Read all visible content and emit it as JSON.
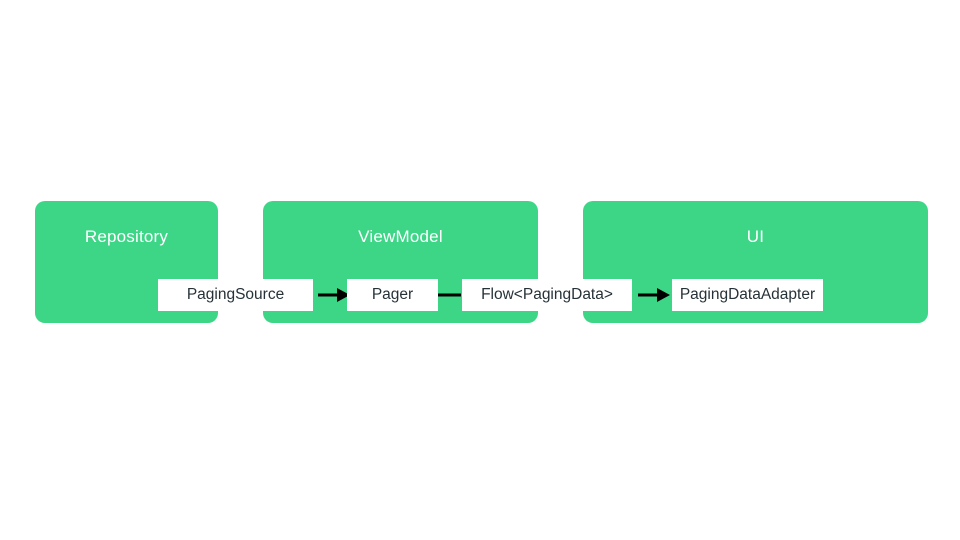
{
  "diagram": {
    "name": "paging-library-architecture",
    "containers": [
      {
        "label": "Repository"
      },
      {
        "label": "ViewModel"
      },
      {
        "label": "UI"
      }
    ],
    "components": [
      {
        "label": "PagingSource",
        "container": "Repository"
      },
      {
        "label": "Pager",
        "container": "ViewModel"
      },
      {
        "label": "Flow<PagingData>",
        "container": "ViewModel"
      },
      {
        "label": "PagingDataAdapter",
        "container": "UI"
      }
    ],
    "connectors": [
      {
        "from": "PagingSource",
        "to": "Pager",
        "style": "arrow"
      },
      {
        "from": "Pager",
        "to": "Flow<PagingData>",
        "style": "line"
      },
      {
        "from": "Flow<PagingData>",
        "to": "PagingDataAdapter",
        "style": "arrow"
      }
    ]
  },
  "colors": {
    "background": "#ffffff",
    "container_fill": "#3dd687",
    "container_label": "#ffffff",
    "component_fill": "#ffffff",
    "component_label": "#263238",
    "connector": "#000000"
  }
}
